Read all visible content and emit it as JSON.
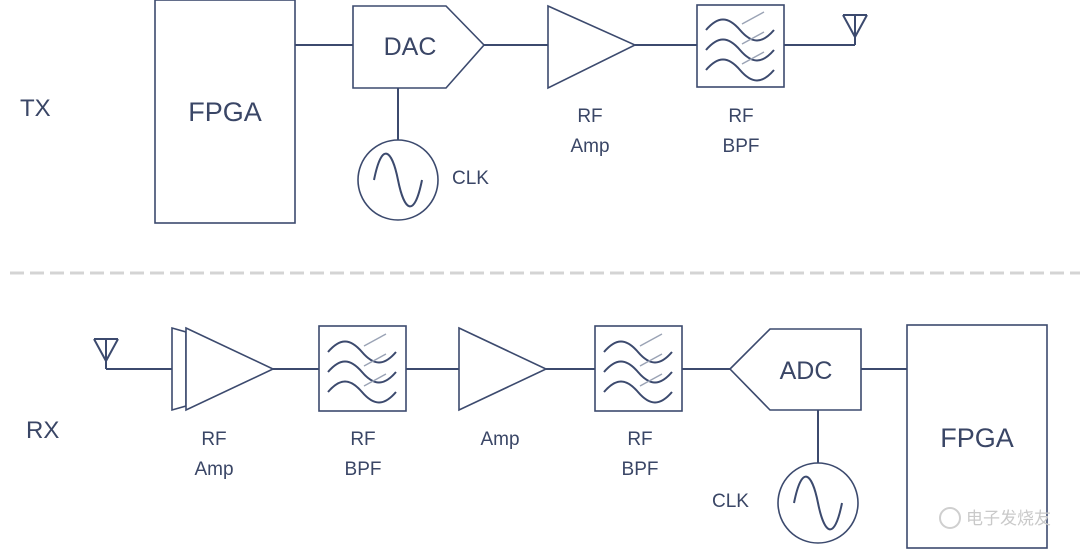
{
  "tx": {
    "side_label": "TX",
    "fpga_label": "FPGA",
    "dac_label": "DAC",
    "clk_label": "CLK",
    "amp_label_1": "RF",
    "amp_label_2": "Amp",
    "bpf_label_1": "RF",
    "bpf_label_2": "BPF"
  },
  "rx": {
    "side_label": "RX",
    "lna_label_1": "RF",
    "lna_label_2": "Amp",
    "bpf1_label_1": "RF",
    "bpf1_label_2": "BPF",
    "amp_label": "Amp",
    "bpf2_label_1": "RF",
    "bpf2_label_2": "BPF",
    "adc_label": "ADC",
    "clk_label": "CLK",
    "fpga_label": "FPGA"
  },
  "watermark": "电子发烧友"
}
